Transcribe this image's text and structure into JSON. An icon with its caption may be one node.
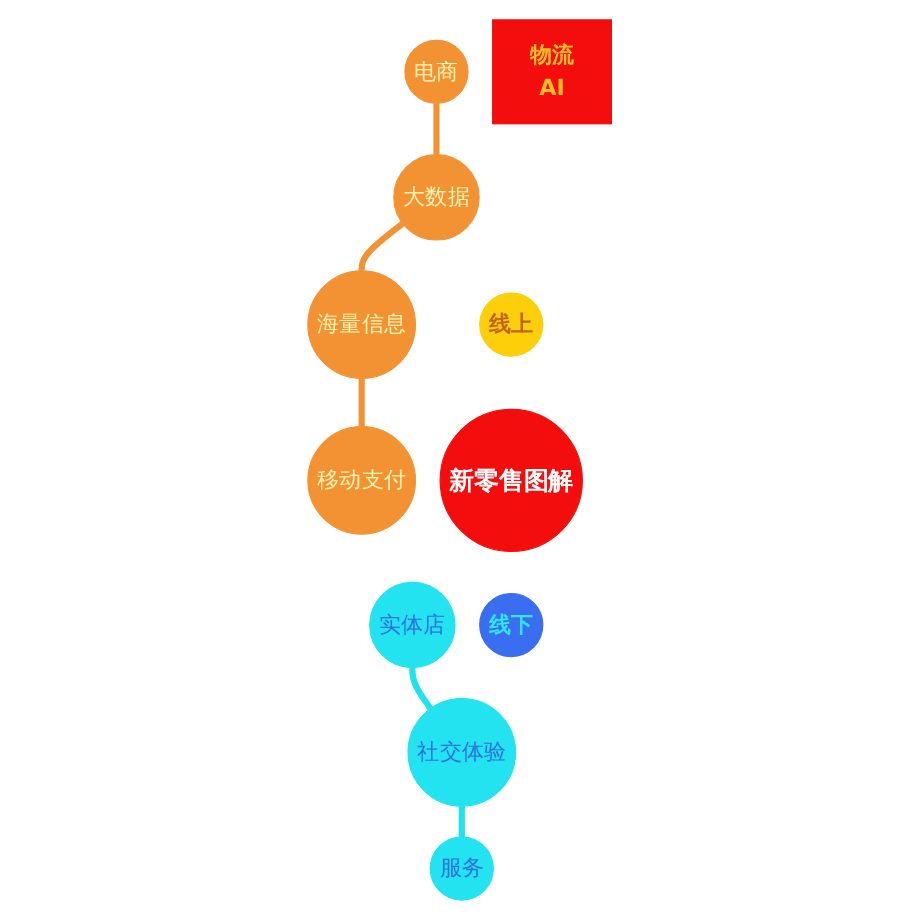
{
  "diagram": {
    "nodes": [
      {
        "text": [
          "大数据"
        ]
      },
      {
        "text": [
          "海量信息"
        ]
      },
      {
        "text": [
          "电商"
        ]
      },
      {
        "text": [
          "线上"
        ]
      },
      {
        "text": [
          "移动支付"
        ]
      },
      {
        "text": [
          "物流",
          "AI"
        ]
      },
      {
        "text": [
          "新零售图解"
        ]
      },
      {
        "text": [
          "线下"
        ]
      },
      {
        "text": [
          "实体店"
        ]
      },
      {
        "text": [
          "服务"
        ]
      },
      {
        "text": [
          "社交体验"
        ]
      }
    ],
    "edges": [
      {
        "from": 2,
        "to": 0,
        "arrow": "none"
      },
      {
        "from": 0,
        "to": 1,
        "arrow": "none"
      },
      {
        "from": 1,
        "to": 4,
        "arrow": "none"
      },
      {
        "from": 8,
        "to": 10,
        "arrow": "none",
        "color": "#1ee3ef"
      },
      {
        "from": 10,
        "to": 9,
        "arrow": "none",
        "color": "#1ee3ef"
      }
    ]
  }
}
